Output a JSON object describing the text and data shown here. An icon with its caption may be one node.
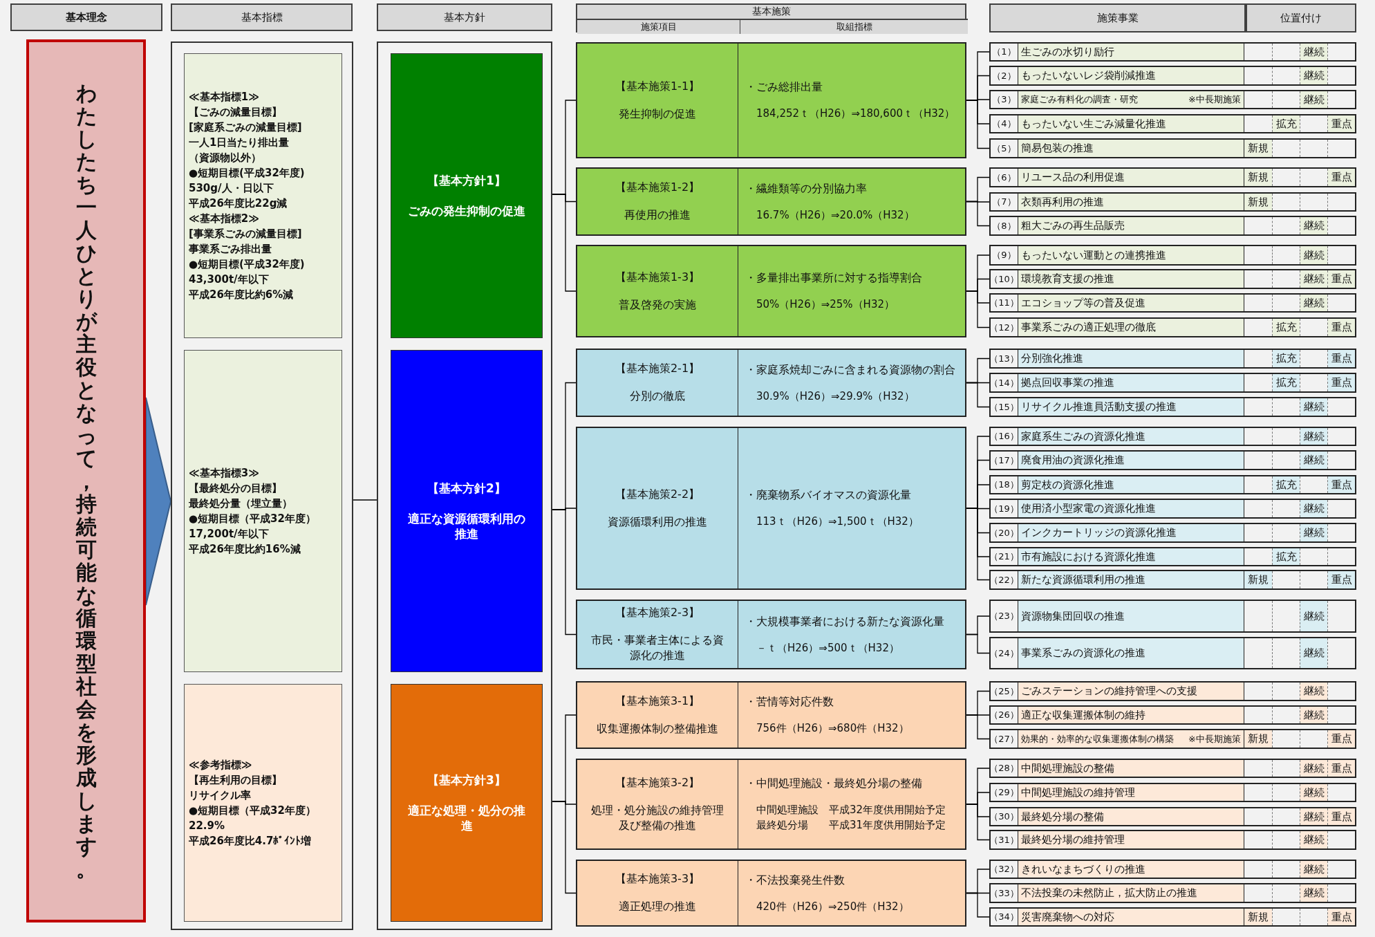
{
  "diagram": {
    "nodes": [
      {
        "text": [
          "基本理念"
        ]
      },
      {
        "text": [
          "基本指標"
        ]
      },
      {
        "text": [
          "基本方針"
        ]
      },
      {
        "text": [
          "基本施策"
        ]
      },
      {
        "text": [
          "施策項目"
        ],
        "in": 3
      },
      {
        "text": [
          "取組指標"
        ],
        "in": 3
      },
      {
        "text": [
          "施策事業"
        ]
      },
      {
        "text": [
          "位置付け"
        ]
      },
      {
        "text": [
          "わたしたち一人ひとりが主役となって，持続可能な循環型社会を形成します。"
        ]
      },
      {
        "text": [],
        "shape": "box"
      },
      {
        "text": [
          "≪基本指標1≫",
          "【ごみの減量目標】",
          "[家庭系ごみの減量目標]",
          "一人1日当たり排出量",
          "（資源物以外）",
          "●短期目標(平成32年度)",
          "530g/人・日以下",
          "平成26年度比22g減",
          "≪基本指標2≫",
          "[事業系ごみの減量目標]",
          "事業系ごみ排出量",
          "●短期目標(平成32年度)",
          "43,300t/年以下",
          "平成26年度比約6%減"
        ],
        "in": 9
      },
      {
        "text": [
          "≪基本指標3≫",
          "【最終処分の目標】",
          "最終処分量（埋立量）",
          "●短期目標（平成32年度）",
          "17,200t/年以下",
          "平成26年度比約16%減"
        ],
        "in": 9
      },
      {
        "text": [
          "≪参考指標≫",
          "【再生利用の目標】",
          "リサイクル率",
          "●短期目標（平成32年度）",
          "22.9%",
          "平成26年度比4.7ﾎﾟｲﾝﾄ増"
        ],
        "in": 9
      },
      {
        "text": [],
        "shape": "box"
      },
      {
        "text": [
          "【基本方針1】",
          "ごみの発生抑制の促進"
        ],
        "in": 13
      },
      {
        "text": [
          "【基本方針2】",
          "適正な資源循環利用の推進"
        ],
        "in": 13
      },
      {
        "text": [
          "【基本方針3】",
          "適正な処理・処分の推進"
        ],
        "in": 13
      },
      {
        "text": [
          "【基本施策1-1】",
          "発生抑制の促進",
          "・ごみ総排出量",
          "184,252ｔ（H26）⇒180,600ｔ（H32）"
        ]
      },
      {
        "text": [
          "【基本施策1-2】",
          "再使用の推進",
          "・繊維類等の分別協力率",
          "16.7%（H26）⇒20.0%（H32）"
        ]
      },
      {
        "text": [
          "【基本施策1-3】",
          "普及啓発の実施",
          "・多量排出事業所に対する指導割合",
          "50%（H26）⇒25%（H32）"
        ]
      },
      {
        "text": [
          "【基本施策2-1】",
          "分別の徹底",
          "・家庭系焼却ごみに含まれる資源物の割合",
          "30.9%（H26）⇒29.9%（H32）"
        ]
      },
      {
        "text": [
          "【基本施策2-2】",
          "資源循環利用の推進",
          "・廃棄物系バイオマスの資源化量",
          "113ｔ（H26）⇒1,500ｔ（H32）"
        ]
      },
      {
        "text": [
          "【基本施策2-3】",
          "市民・事業者主体による資源化の推進",
          "・大規模事業者における新たな資源化量",
          "－ｔ（H26）⇒500ｔ（H32）"
        ]
      },
      {
        "text": [
          "【基本施策3-1】",
          "収集運搬体制の整備推進",
          "・苦情等対応件数",
          "756件（H26）⇒680件（H32）"
        ]
      },
      {
        "text": [
          "【基本施策3-2】",
          "処理・処分施設の維持管理及び整備の推進",
          "・中間処理施設・最終処分場の整備",
          "中間処理施設　平成32年度供用開始予定",
          "最終処分場　　平成31年度供用開始予定"
        ]
      },
      {
        "text": [
          "【基本施策3-3】",
          "適正処理の推進",
          "・不法投棄発生件数",
          "420件（H26）⇒250件（H32）"
        ]
      },
      {
        "text": [
          "（1）",
          "生ごみの水切り励行"
        ]
      },
      {
        "text": [
          "（2）",
          "もったいないレジ袋削減推進"
        ]
      },
      {
        "text": [
          "（3）",
          "家庭ごみ有料化の調査・研究",
          "※中長期施策"
        ]
      },
      {
        "text": [
          "（4）",
          "もったいない生ごみ減量化推進"
        ]
      },
      {
        "text": [
          "（5）",
          "簡易包装の推進"
        ]
      },
      {
        "text": [
          "（6）",
          "リユース品の利用促進"
        ]
      },
      {
        "text": [
          "（7）",
          "衣類再利用の推進"
        ]
      },
      {
        "text": [
          "（8）",
          "粗大ごみの再生品販売"
        ]
      },
      {
        "text": [
          "（9）",
          "もったいない運動との連携推進"
        ]
      },
      {
        "text": [
          "（10）",
          "環境教育支援の推進"
        ]
      },
      {
        "text": [
          "（11）",
          "エコショップ等の普及促進"
        ]
      },
      {
        "text": [
          "（12）",
          "事業系ごみの適正処理の徹底"
        ]
      },
      {
        "text": [
          "（13）",
          "分別強化推進"
        ]
      },
      {
        "text": [
          "（14）",
          "拠点回収事業の推進"
        ]
      },
      {
        "text": [
          "（15）",
          "リサイクル推進員活動支援の推進"
        ]
      },
      {
        "text": [
          "（16）",
          "家庭系生ごみの資源化推進"
        ]
      },
      {
        "text": [
          "（17）",
          "廃食用油の資源化推進"
        ]
      },
      {
        "text": [
          "（18）",
          "剪定枝の資源化推進"
        ]
      },
      {
        "text": [
          "（19）",
          "使用済小型家電の資源化推進"
        ]
      },
      {
        "text": [
          "（20）",
          "インクカートリッジの資源化推進"
        ]
      },
      {
        "text": [
          "（21）",
          "市有施設における資源化推進"
        ]
      },
      {
        "text": [
          "（22）",
          "新たな資源循環利用の推進"
        ]
      },
      {
        "text": [
          "（23）",
          "資源物集団回収の推進"
        ]
      },
      {
        "text": [
          "（24）",
          "事業系ごみの資源化の推進"
        ]
      },
      {
        "text": [
          "（25）",
          "ごみステーションの維持管理への支援"
        ]
      },
      {
        "text": [
          "（26）",
          "適正な収集運搬体制の維持"
        ]
      },
      {
        "text": [
          "（27）",
          "効果的・効率的な収集運搬体制の構築",
          "※中長期施策"
        ]
      },
      {
        "text": [
          "（28）",
          "中間処理施設の整備"
        ]
      },
      {
        "text": [
          "（29）",
          "中間処理施設の維持管理"
        ]
      },
      {
        "text": [
          "（30）",
          "最終処分場の整備"
        ]
      },
      {
        "text": [
          "（31）",
          "最終処分場の維持管理"
        ]
      },
      {
        "text": [
          "（32）",
          "きれいなまちづくりの推進"
        ]
      },
      {
        "text": [
          "（33）",
          "不法投棄の未然防止，拡大防止の推進"
        ]
      },
      {
        "text": [
          "（34）",
          "災害廃棄物への対応"
        ]
      },
      {
        "text": [
          "継続"
        ],
        "in": 26
      },
      {
        "text": [
          "継続"
        ],
        "in": 27
      },
      {
        "text": [
          "継続"
        ],
        "in": 28
      },
      {
        "text": [
          "拡充"
        ],
        "in": 29
      },
      {
        "text": [
          "重点"
        ],
        "in": 29
      },
      {
        "text": [
          "新規"
        ],
        "in": 30
      },
      {
        "text": [
          "新規"
        ],
        "in": 31
      },
      {
        "text": [
          "重点"
        ],
        "in": 31
      },
      {
        "text": [
          "新規"
        ],
        "in": 32
      },
      {
        "text": [
          "継続"
        ],
        "in": 33
      },
      {
        "text": [
          "継続"
        ],
        "in": 34
      },
      {
        "text": [
          "継続"
        ],
        "in": 35
      },
      {
        "text": [
          "重点"
        ],
        "in": 35
      },
      {
        "text": [
          "継続"
        ],
        "in": 36
      },
      {
        "text": [
          "拡充"
        ],
        "in": 37
      },
      {
        "text": [
          "重点"
        ],
        "in": 37
      },
      {
        "text": [
          "拡充"
        ],
        "in": 38
      },
      {
        "text": [
          "重点"
        ],
        "in": 38
      },
      {
        "text": [
          "拡充"
        ],
        "in": 39
      },
      {
        "text": [
          "重点"
        ],
        "in": 39
      },
      {
        "text": [
          "継続"
        ],
        "in": 40
      },
      {
        "text": [
          "継続"
        ],
        "in": 41
      },
      {
        "text": [
          "継続"
        ],
        "in": 42
      },
      {
        "text": [
          "拡充"
        ],
        "in": 43
      },
      {
        "text": [
          "重点"
        ],
        "in": 43
      },
      {
        "text": [
          "継続"
        ],
        "in": 44
      },
      {
        "text": [
          "継続"
        ],
        "in": 45
      },
      {
        "text": [
          "拡充"
        ],
        "in": 46
      },
      {
        "text": [
          "新規"
        ],
        "in": 47
      },
      {
        "text": [
          "重点"
        ],
        "in": 47
      },
      {
        "text": [
          "継続"
        ],
        "in": 48
      },
      {
        "text": [
          "継続"
        ],
        "in": 49
      },
      {
        "text": [
          "継続"
        ],
        "in": 50
      },
      {
        "text": [
          "継続"
        ],
        "in": 51
      },
      {
        "text": [
          "新規"
        ],
        "in": 52
      },
      {
        "text": [
          "重点"
        ],
        "in": 52
      },
      {
        "text": [
          "継続"
        ],
        "in": 53
      },
      {
        "text": [
          "重点"
        ],
        "in": 53
      },
      {
        "text": [
          "継続"
        ],
        "in": 54
      },
      {
        "text": [
          "継続"
        ],
        "in": 55
      },
      {
        "text": [
          "重点"
        ],
        "in": 55
      },
      {
        "text": [
          "継続"
        ],
        "in": 56
      },
      {
        "text": [
          "継続"
        ],
        "in": 57
      },
      {
        "text": [
          "継続"
        ],
        "in": 58
      },
      {
        "text": [
          "新規"
        ],
        "in": 59
      },
      {
        "text": [
          "重点"
        ],
        "in": 59
      }
    ],
    "edges": [
      {
        "from": 8,
        "to": 9,
        "arrow": "to"
      },
      {
        "from": 9,
        "to": 13,
        "arrow": "none"
      },
      {
        "from": 14,
        "to": 17,
        "arrow": "none"
      },
      {
        "from": 14,
        "to": 18,
        "arrow": "none"
      },
      {
        "from": 14,
        "to": 19,
        "arrow": "none"
      },
      {
        "from": 15,
        "to": 20,
        "arrow": "none"
      },
      {
        "from": 15,
        "to": 21,
        "arrow": "none"
      },
      {
        "from": 15,
        "to": 22,
        "arrow": "none"
      },
      {
        "from": 16,
        "to": 23,
        "arrow": "none"
      },
      {
        "from": 16,
        "to": 24,
        "arrow": "none"
      },
      {
        "from": 16,
        "to": 25,
        "arrow": "none"
      },
      {
        "from": 17,
        "to": 26,
        "arrow": "none"
      },
      {
        "from": 17,
        "to": 27,
        "arrow": "none"
      },
      {
        "from": 17,
        "to": 28,
        "arrow": "none"
      },
      {
        "from": 17,
        "to": 29,
        "arrow": "none"
      },
      {
        "from": 17,
        "to": 30,
        "arrow": "none"
      },
      {
        "from": 18,
        "to": 31,
        "arrow": "none"
      },
      {
        "from": 18,
        "to": 32,
        "arrow": "none"
      },
      {
        "from": 18,
        "to": 33,
        "arrow": "none"
      },
      {
        "from": 19,
        "to": 34,
        "arrow": "none"
      },
      {
        "from": 19,
        "to": 35,
        "arrow": "none"
      },
      {
        "from": 19,
        "to": 36,
        "arrow": "none"
      },
      {
        "from": 19,
        "to": 37,
        "arrow": "none"
      },
      {
        "from": 20,
        "to": 38,
        "arrow": "none"
      },
      {
        "from": 20,
        "to": 39,
        "arrow": "none"
      },
      {
        "from": 20,
        "to": 40,
        "arrow": "none"
      },
      {
        "from": 21,
        "to": 41,
        "arrow": "none"
      },
      {
        "from": 21,
        "to": 42,
        "arrow": "none"
      },
      {
        "from": 21,
        "to": 43,
        "arrow": "none"
      },
      {
        "from": 21,
        "to": 44,
        "arrow": "none"
      },
      {
        "from": 21,
        "to": 45,
        "arrow": "none"
      },
      {
        "from": 21,
        "to": 46,
        "arrow": "none"
      },
      {
        "from": 21,
        "to": 47,
        "arrow": "none"
      },
      {
        "from": 22,
        "to": 48,
        "arrow": "none"
      },
      {
        "from": 22,
        "to": 49,
        "arrow": "none"
      },
      {
        "from": 23,
        "to": 50,
        "arrow": "none"
      },
      {
        "from": 23,
        "to": 51,
        "arrow": "none"
      },
      {
        "from": 23,
        "to": 52,
        "arrow": "none"
      },
      {
        "from": 24,
        "to": 53,
        "arrow": "none"
      },
      {
        "from": 24,
        "to": 54,
        "arrow": "none"
      },
      {
        "from": 24,
        "to": 55,
        "arrow": "none"
      },
      {
        "from": 24,
        "to": 56,
        "arrow": "none"
      },
      {
        "from": 25,
        "to": 57,
        "arrow": "none"
      },
      {
        "from": 25,
        "to": 58,
        "arrow": "none"
      },
      {
        "from": 25,
        "to": 59,
        "arrow": "none"
      }
    ]
  }
}
